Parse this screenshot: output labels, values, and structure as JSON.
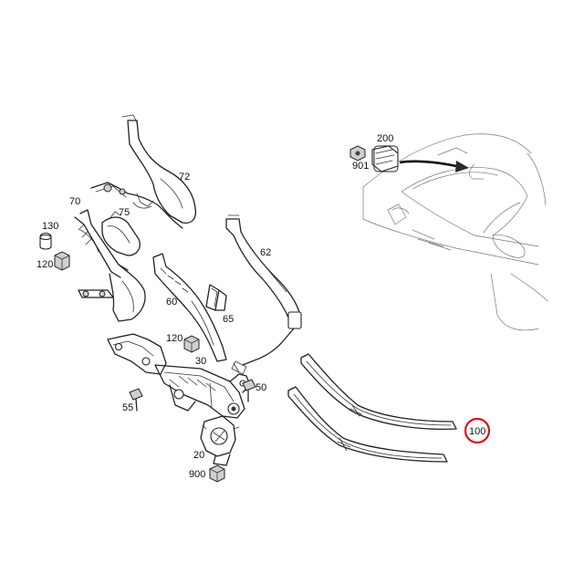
{
  "diagram": {
    "labels": {
      "p72": "72",
      "p75": "75",
      "p70": "70",
      "p130": "130",
      "p120a": "120",
      "p62": "62",
      "p60": "60",
      "p65": "65",
      "p120b": "120",
      "p30": "30",
      "p50": "50",
      "p55": "55",
      "p20": "20",
      "p900": "900",
      "p200": "200",
      "p901": "901",
      "p100": "100"
    },
    "highlight_color": "#d8141c"
  }
}
